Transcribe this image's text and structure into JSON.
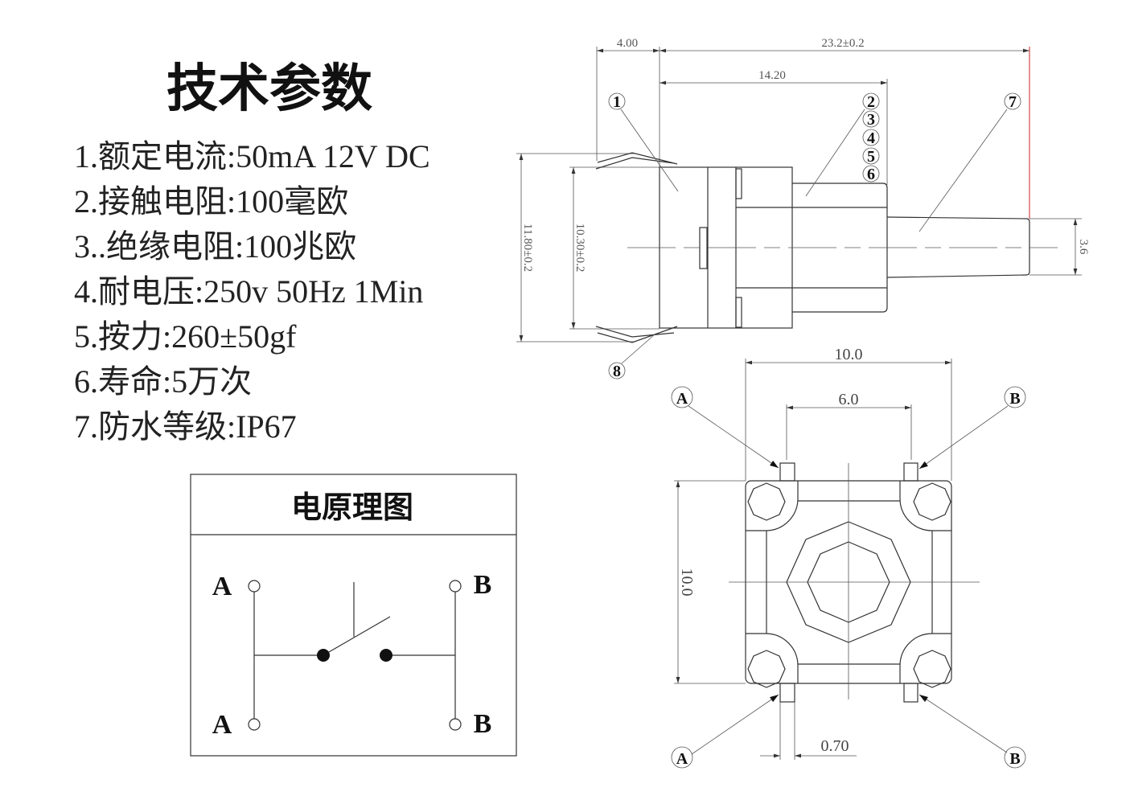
{
  "title": "技术参数",
  "specs": [
    "1.额定电流:50mA 12V DC",
    "2.接触电阻:100毫欧",
    "3..绝缘电阻:100兆欧",
    "4.耐电压:250v 50Hz 1Min",
    "5.按力:260±50gf",
    "6.寿命:5万次",
    "7.防水等级:IP67"
  ],
  "circuit": {
    "title": "电原理图",
    "pin_a": "A",
    "pin_b": "B"
  },
  "side_view": {
    "dim_pin_offset": "4.00",
    "dim_total_length": "23.2±0.2",
    "dim_body_length": "14.20",
    "dim_outer_height": "11.80±0.2",
    "dim_body_height": "10.30±0.2",
    "dim_shaft_dia": "3.6",
    "balloons": [
      "1",
      "2",
      "3",
      "4",
      "5",
      "6",
      "7",
      "8"
    ]
  },
  "bottom_view": {
    "dim_width": "10.0",
    "dim_pin_spacing": "6.0",
    "dim_height": "10.0",
    "dim_pin_width": "0.70",
    "labels": [
      "A",
      "B",
      "A",
      "B"
    ]
  },
  "colors": {
    "line": "#333333",
    "red_line": "#cc2222"
  }
}
